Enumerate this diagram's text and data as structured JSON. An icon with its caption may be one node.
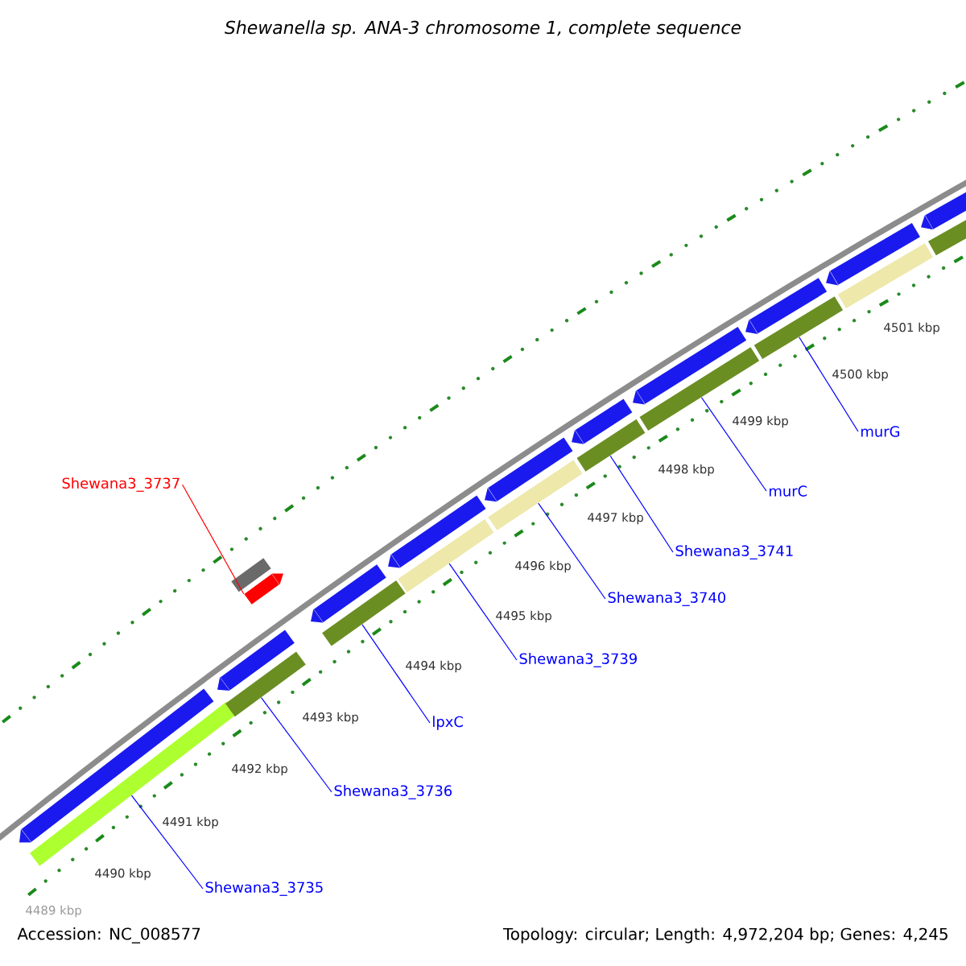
{
  "diagram": {
    "title": "Shewanella sp. ANA-3 chromosome 1, complete sequence",
    "nodes": [
      {
        "text": [
          "Shewana3_3737"
        ]
      },
      {
        "text": [],
        "shape": "arrow"
      },
      {
        "text": [
          "Shewana3_3735"
        ]
      },
      {
        "text": [],
        "shape": "bar"
      },
      {
        "text": [
          "Shewana3_3736"
        ]
      },
      {
        "text": [],
        "shape": "bar"
      },
      {
        "text": [
          "lpxC"
        ]
      },
      {
        "text": [],
        "shape": "bar"
      },
      {
        "text": [
          "Shewana3_3739"
        ]
      },
      {
        "text": [],
        "shape": "bar"
      },
      {
        "text": [
          "Shewana3_3740"
        ]
      },
      {
        "text": [],
        "shape": "bar"
      },
      {
        "text": [
          "Shewana3_3741"
        ]
      },
      {
        "text": [],
        "shape": "bar"
      },
      {
        "text": [
          "murC"
        ]
      },
      {
        "text": [],
        "shape": "bar"
      },
      {
        "text": [
          "murG"
        ]
      },
      {
        "text": [],
        "shape": "bar"
      },
      {
        "text": [],
        "shape": "box"
      },
      {
        "text": [],
        "shape": "arrow"
      },
      {
        "text": [],
        "shape": "arrow"
      },
      {
        "text": [],
        "shape": "arrow"
      },
      {
        "text": [],
        "shape": "arrow"
      },
      {
        "text": [],
        "shape": "arrow"
      },
      {
        "text": [],
        "shape": "arrow"
      },
      {
        "text": [],
        "shape": "arrow"
      },
      {
        "text": [],
        "shape": "arrow"
      },
      {
        "text": [],
        "shape": "arrow"
      },
      {
        "text": [],
        "shape": "arrow"
      },
      {
        "text": [],
        "shape": "bar"
      },
      {
        "text": [],
        "shape": "bar"
      }
    ],
    "edges": [
      {
        "from": 0,
        "to": 1,
        "arrow": "none",
        "color": "#ff0000"
      },
      {
        "from": 2,
        "to": 3,
        "arrow": "none"
      },
      {
        "from": 4,
        "to": 5,
        "arrow": "none"
      },
      {
        "from": 6,
        "to": 7,
        "arrow": "none"
      },
      {
        "from": 8,
        "to": 9,
        "arrow": "none"
      },
      {
        "from": 10,
        "to": 11,
        "arrow": "none"
      },
      {
        "from": 12,
        "to": 13,
        "arrow": "none"
      },
      {
        "from": 14,
        "to": 15,
        "arrow": "none"
      },
      {
        "from": 16,
        "to": 17,
        "arrow": "none"
      }
    ],
    "labels": [
      "4489 kbp",
      "4490 kbp",
      "4491 kbp",
      "4492 kbp",
      "4493 kbp",
      "4494 kbp",
      "4495 kbp",
      "4496 kbp",
      "4497 kbp",
      "4498 kbp",
      "4499 kbp",
      "4500 kbp",
      "4501 kbp",
      "Accession: NC_008577",
      "Topology: circular; Length: 4,972,204 bp; Genes: 4,245"
    ]
  }
}
